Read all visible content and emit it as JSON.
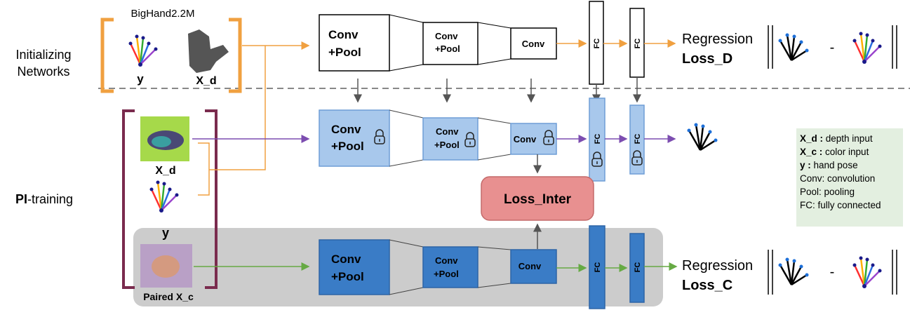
{
  "sections": {
    "initializing": "Initializing\nNetworks",
    "pi_prefix": "PI",
    "pi_suffix": "-training"
  },
  "dataset_label": "BigHand2.2M",
  "labels": {
    "y": "y",
    "x_d": "X_d",
    "paired_x_c": "Paired X_c"
  },
  "layers": {
    "conv_pool_line1": "Conv",
    "conv_pool_line2": "+Pool",
    "conv": "Conv",
    "fc": "FC"
  },
  "loss_inter": "Loss_Inter",
  "regression": "Regression",
  "loss_d": "Loss_D",
  "loss_c": "Loss_C",
  "minus": "-",
  "legend": {
    "items": [
      {
        "key": "X_d :",
        "desc": " depth input",
        "bold": true
      },
      {
        "key": "X_c :",
        "desc": " color input",
        "bold": true
      },
      {
        "key": "y     :",
        "desc": " hand pose",
        "bold": true
      },
      {
        "key": "",
        "desc": "Conv: convolution",
        "bold": false
      },
      {
        "key": "",
        "desc": "Pool: pooling",
        "bold": false
      },
      {
        "key": "",
        "desc": "FC: fully connected",
        "bold": false
      }
    ]
  },
  "colors": {
    "orange_arrow": "#f0a040",
    "purple_arrow": "#7c4db0",
    "green_arrow": "#66aa44",
    "light_blue": "#a8c8ec",
    "dark_blue": "#3a7cc6",
    "loss_inter_fill": "#e89090",
    "legend_bg": "#e3efe0",
    "gray_panel": "#cccccc",
    "maroon_bracket": "#7a2b4e",
    "orange_bracket": "#f0a040"
  }
}
